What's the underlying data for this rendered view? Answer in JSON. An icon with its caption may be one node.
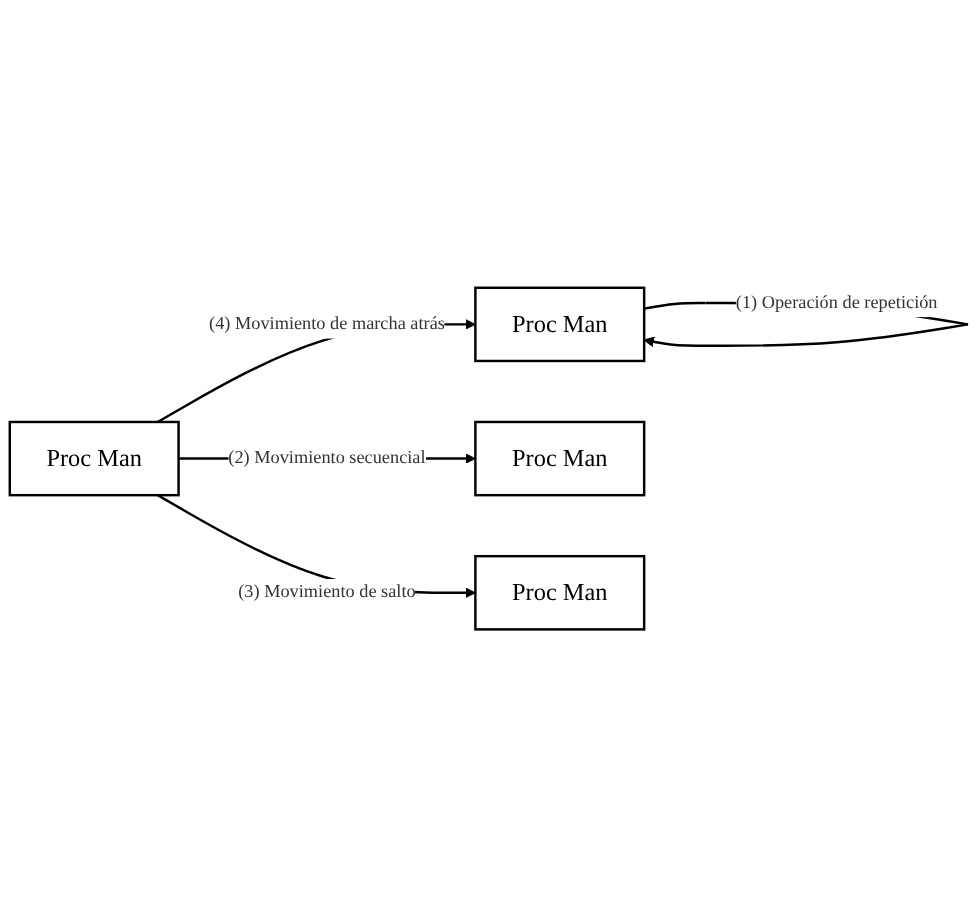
{
  "diagram": {
    "nodes": [
      {
        "text": [
          "Proc Man"
        ]
      },
      {
        "text": [
          "Proc Man"
        ]
      },
      {
        "text": [
          "Proc Man"
        ]
      },
      {
        "text": [
          "Proc Man"
        ]
      }
    ],
    "edges": [
      {
        "from": 0,
        "to": 0,
        "arrow": "to",
        "label": "(1) Operación de repetición"
      },
      {
        "from": 1,
        "to": 2,
        "arrow": "to",
        "label": "(2) Movimiento secuencial"
      },
      {
        "from": 1,
        "to": 3,
        "arrow": "to",
        "label": "(3) Movimiento de salto"
      },
      {
        "from": 1,
        "to": 0,
        "arrow": "to",
        "label": "(4) Movimiento de marcha atrás"
      }
    ]
  }
}
